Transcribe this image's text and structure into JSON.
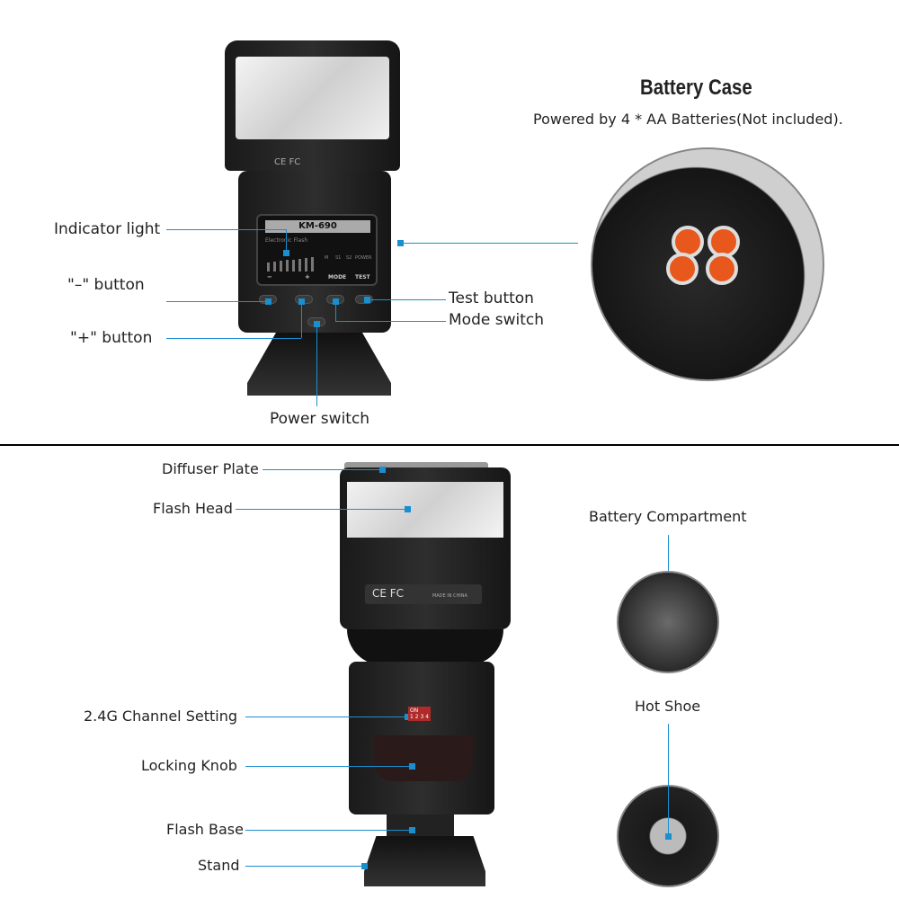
{
  "top": {
    "battery_title": "Battery Case",
    "battery_subtitle": "Powered by 4 * AA Batteries(Not included).",
    "labels": {
      "indicator": "Indicator light",
      "minus": "\"–\" button",
      "plus": "\"+\" button",
      "test": "Test button",
      "mode": "Mode switch",
      "power": "Power switch"
    },
    "lcd": {
      "model": "KM-690",
      "subtitle": "Electronic Flash",
      "m": "M",
      "s1": "S1",
      "s2": "S2",
      "power": "POWER",
      "minus": "−",
      "plus": "+",
      "mode": "MODE",
      "test": "TEST"
    },
    "certs": "CE FC"
  },
  "bottom": {
    "labels": {
      "diffuser": "Diffuser Plate",
      "head": "Flash Head",
      "channel": "2.4G Channel Setting",
      "knob": "Locking Knob",
      "base": "Flash Base",
      "stand": "Stand",
      "battery": "Battery Compartment",
      "hotshoe": "Hot Shoe"
    },
    "certs": "CE FC",
    "made": "MADE IN CHINA",
    "dip_on": "ON",
    "dip_nums": "1 2 3 4"
  },
  "colors": {
    "accent": "#1a8fd0",
    "divider": "#000000"
  }
}
